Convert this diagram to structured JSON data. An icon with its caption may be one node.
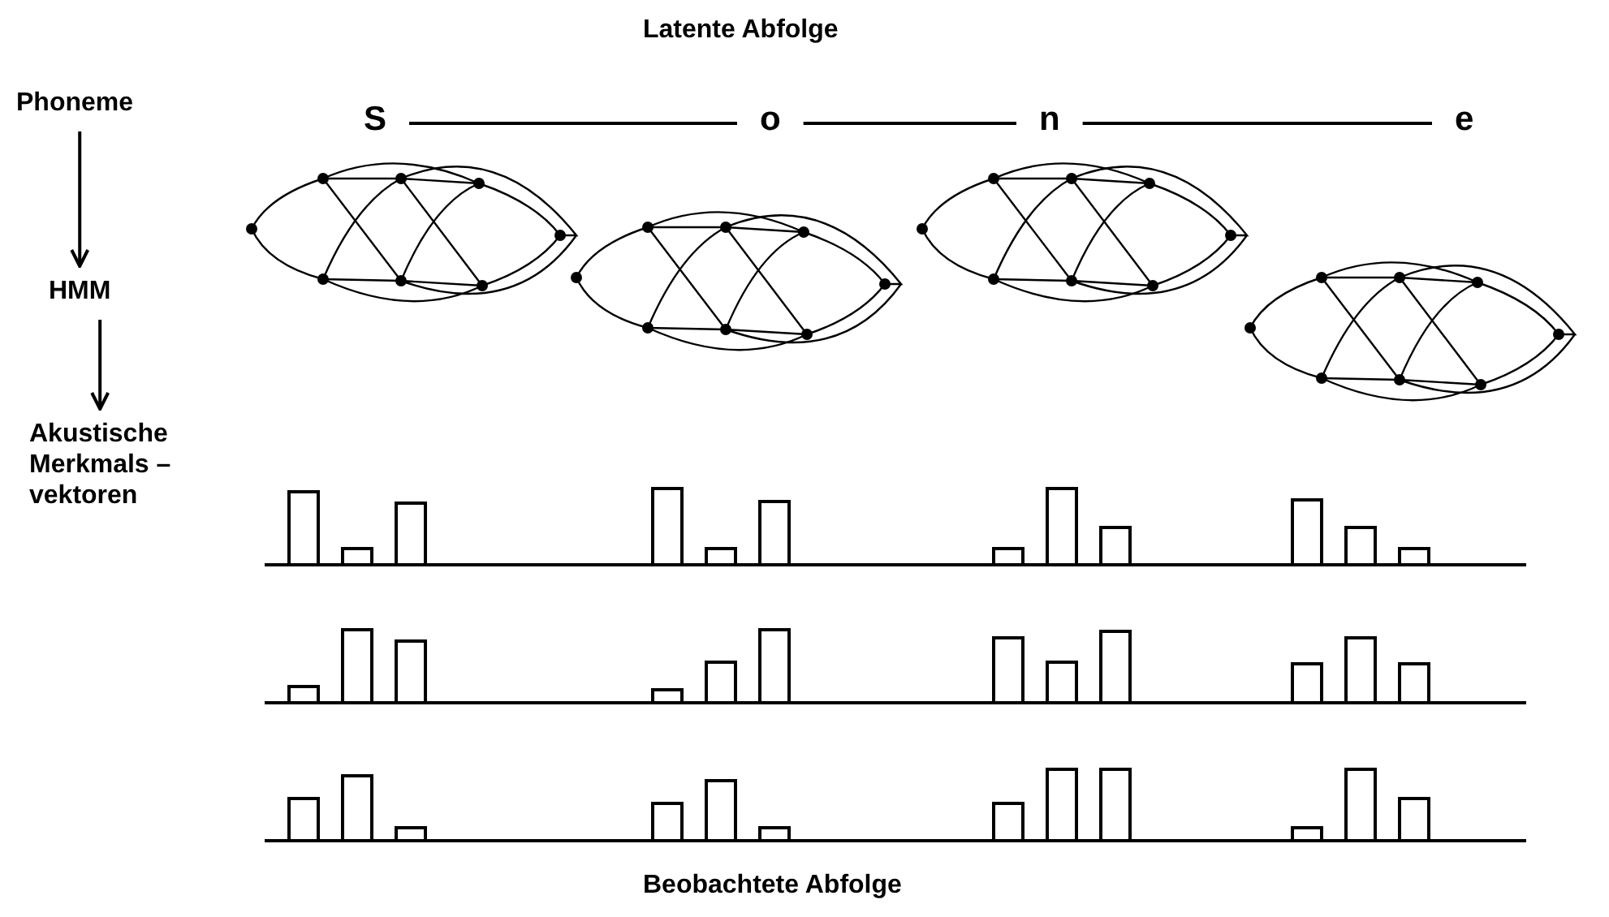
{
  "diagram": {
    "nodes": [
      {
        "text": [
          "Phoneme"
        ]
      },
      {
        "text": [
          "HMM"
        ]
      },
      {
        "text": [
          "Akustische Merkmals – vektoren"
        ]
      },
      {
        "text": [
          "S"
        ]
      },
      {
        "text": [
          "o"
        ]
      },
      {
        "text": [
          "n"
        ]
      },
      {
        "text": [
          "e"
        ]
      }
    ],
    "edges": [
      {
        "from": 0,
        "to": 1,
        "arrow": "to"
      },
      {
        "from": 1,
        "to": 2,
        "arrow": "to"
      },
      {
        "from": 3,
        "to": 4,
        "arrow": "none"
      },
      {
        "from": 4,
        "to": 5,
        "arrow": "none"
      },
      {
        "from": 5,
        "to": 6,
        "arrow": "none"
      }
    ],
    "labels": [
      "Latente Abfolge",
      "Beobachtete Abfolge"
    ]
  }
}
